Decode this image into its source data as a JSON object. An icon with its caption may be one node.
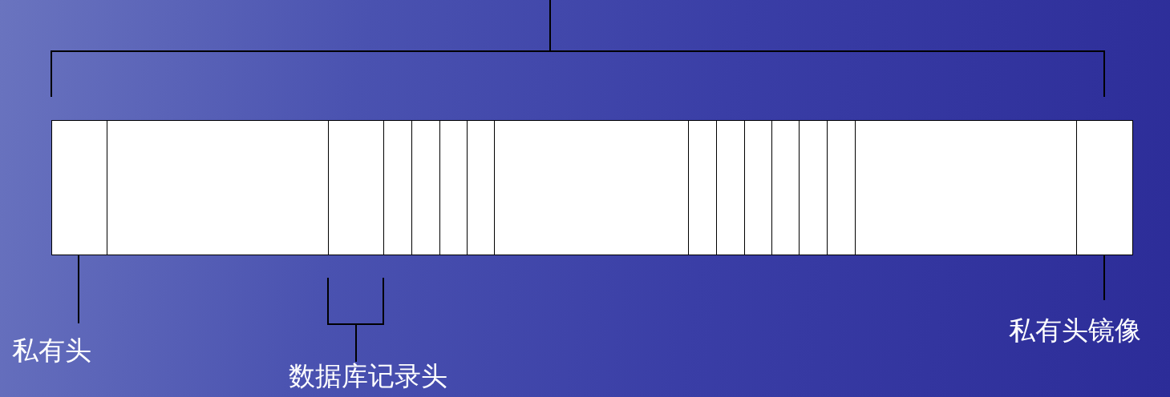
{
  "diagram": {
    "nodes": [
      {
        "text": [],
        "shape": "box"
      },
      {
        "text": [],
        "shape": "box"
      },
      {
        "text": [],
        "shape": "box"
      },
      {
        "text": [],
        "shape": "box"
      },
      {
        "text": [],
        "shape": "box"
      },
      {
        "text": [],
        "shape": "box"
      },
      {
        "text": [],
        "shape": "box"
      },
      {
        "text": [],
        "shape": "box"
      },
      {
        "text": [],
        "shape": "box"
      },
      {
        "text": [],
        "shape": "box"
      },
      {
        "text": [],
        "shape": "box"
      },
      {
        "text": [],
        "shape": "box"
      },
      {
        "text": [],
        "shape": "box"
      },
      {
        "text": [],
        "shape": "box"
      },
      {
        "text": [],
        "shape": "box"
      },
      {
        "text": [],
        "shape": "box"
      },
      {
        "text": [
          "私有头"
        ]
      },
      {
        "text": [
          "私有头镜像"
        ]
      }
    ],
    "edges": [
      {
        "from": 16,
        "to": 0,
        "arrow": "none"
      },
      {
        "from": 17,
        "to": 15,
        "arrow": "none"
      }
    ],
    "labels": [
      "数据库记录头"
    ]
  }
}
